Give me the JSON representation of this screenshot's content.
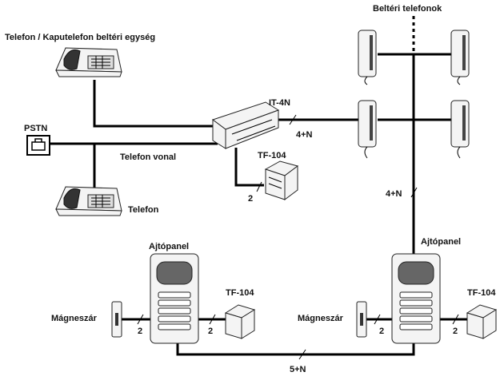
{
  "labels": {
    "indoor_phones": "Beltéri telefonok",
    "phone_indoor_unit": "Telefon / Kaputelefon beltéri egység",
    "it4n": "IT-4N",
    "pstn": "PSTN",
    "phone_line": "Telefon vonal",
    "tf104_center": "TF-104",
    "phone": "Telefon",
    "door_panel_left": "Ajtópanel",
    "door_panel_right": "Ajtópanel",
    "tf104_left": "TF-104",
    "tf104_right": "TF-104",
    "lock_left": "Mágneszár",
    "lock_right": "Mágneszár"
  },
  "wire_counts": {
    "it4n_to_phones": "4+N",
    "it4n_to_tf104": "2",
    "trunk_to_panel": "4+N",
    "lock_left": "2",
    "tf_left": "2",
    "lock_right": "2",
    "tf_right": "2",
    "panel_bus": "5+N"
  }
}
